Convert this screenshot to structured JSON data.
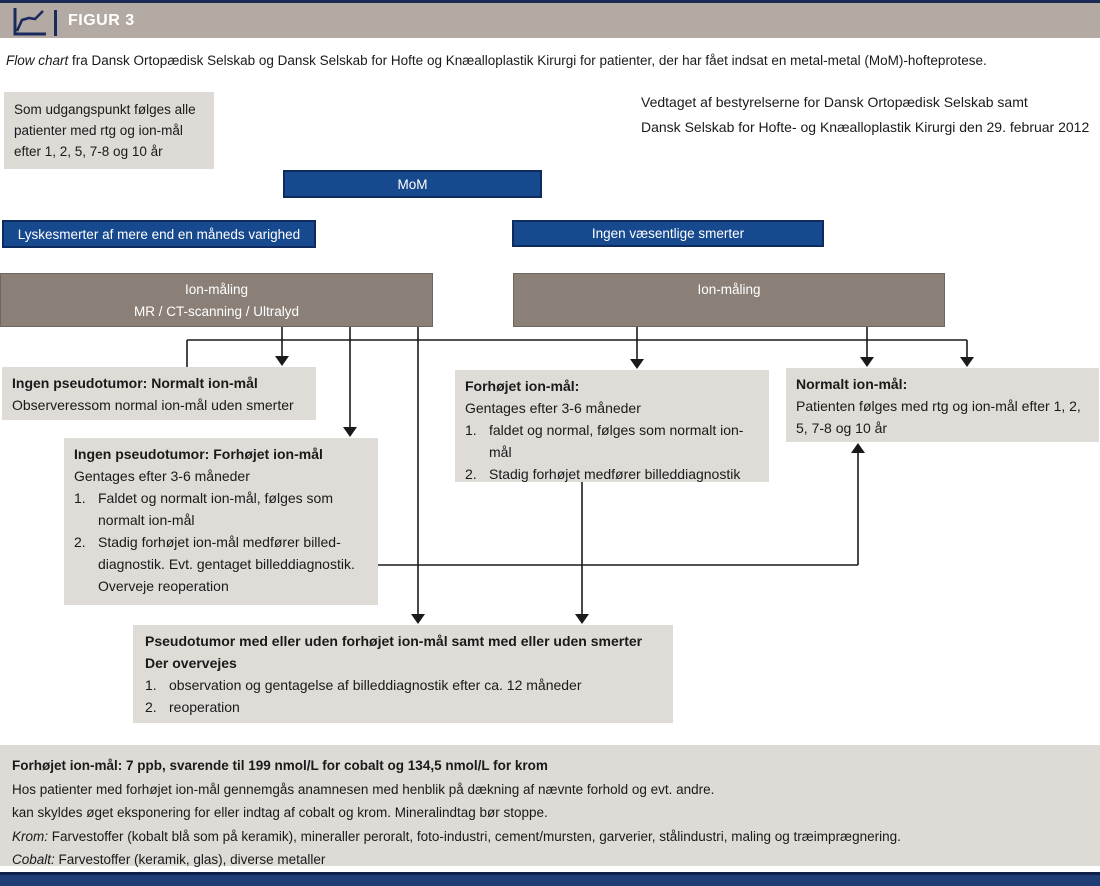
{
  "header": {
    "figure_label": "FIGUR 3",
    "icon": "line-chart-icon"
  },
  "caption": {
    "italic_lead": "Flow chart",
    "rest": " fra Dansk Ortopædisk Selskab og Dansk Selskab for Hofte og Knæalloplastik Kirurgi for patienter, der har fået indsat en metal-metal (MoM)-hofteprotese."
  },
  "adopted_note": {
    "line1": "Vedtaget af bestyrelserne for Dansk Ortopædisk Selskab samt",
    "line2": "Dansk Selskab for Hofte- og Knæalloplastik Kirurgi den 29. februar 2012"
  },
  "intro_box": {
    "text": "Som udgangspunkt følges alle patienter med rtg og ion-mål efter 1, 2, 5, 7-8 og 10 år"
  },
  "flow": {
    "mom": "MoM",
    "pain": "Lyskesmerter af mere end en måneds varighed",
    "no_pain": "Ingen væsentlige smerter",
    "ion_imaging": {
      "line1": "Ion-måling",
      "line2": "MR / CT-scanning / Ultralyd"
    },
    "ion_only": "Ion-måling",
    "no_pseudo_normal": {
      "title": "Ingen pseudotumor: Normalt ion-mål",
      "body": "Observeressom normal ion-mål uden smerter"
    },
    "no_pseudo_elevated": {
      "title": "Ingen pseudotumor: Forhøjet ion-mål",
      "subtitle": "Gentages efter 3-6 måneder",
      "items": [
        {
          "num": "1.",
          "text": "Faldet og normalt ion-mål, følges som normalt ion-mål"
        },
        {
          "num": "2.",
          "text": "Stadig forhøjet ion-mål medfører billed-diagnostik. Evt. gentaget billeddiagnostik. Overveje reoperation"
        }
      ]
    },
    "elevated": {
      "title": "Forhøjet ion-mål:",
      "subtitle": "Gentages efter 3-6 måneder",
      "items": [
        {
          "num": "1.",
          "text": "faldet og normal, følges som normalt ion-mål"
        },
        {
          "num": "2.",
          "text": "Stadig forhøjet medfører billeddiagnostik"
        }
      ]
    },
    "normal": {
      "title": "Normalt ion-mål:",
      "body": "Patienten følges med rtg og ion-mål efter 1, 2, 5, 7-8 og 10 år"
    },
    "pseudotumor": {
      "title": "Pseudotumor med eller uden forhøjet ion-mål samt med eller uden smerter",
      "subtitle": "Der overvejes",
      "items": [
        {
          "num": "1.",
          "text": "observation og gentagelse af billeddiagnostik efter ca. 12 måneder"
        },
        {
          "num": "2.",
          "text": "reoperation"
        }
      ]
    }
  },
  "footnote": {
    "bold_line": "Forhøjet ion-mål: 7 ppb, svarende til 199 nmol/L for cobalt og 134,5 nmol/L for krom",
    "line2": "Hos patienter med forhøjet ion-mål gennemgås anamnesen med henblik på dækning af nævnte forhold og evt. andre.",
    "line3": "kan skyldes øget eksponering for eller indtag af cobalt og krom. Mineralindtag bør stoppe.",
    "krom_label": "Krom:",
    "krom_text": " Farvestoffer (kobalt blå som på keramik), mineraller peroralt, foto-industri, cement/mursten, garverier, stålindustri, maling og træimprægnering.",
    "cobalt_label": "Cobalt:",
    "cobalt_text": " Farvestoffer (keramik, glas), diverse metaller"
  },
  "colors": {
    "navy": "#17498f",
    "navy_border": "#0d2b5e",
    "taupe": "#8b8078",
    "light_gray": "#dedad5",
    "header_gray": "#b3aaa3",
    "dark_navy": "#1b2a55",
    "bottom_bar": "#1f3d74",
    "line": "#1a1a1a"
  }
}
